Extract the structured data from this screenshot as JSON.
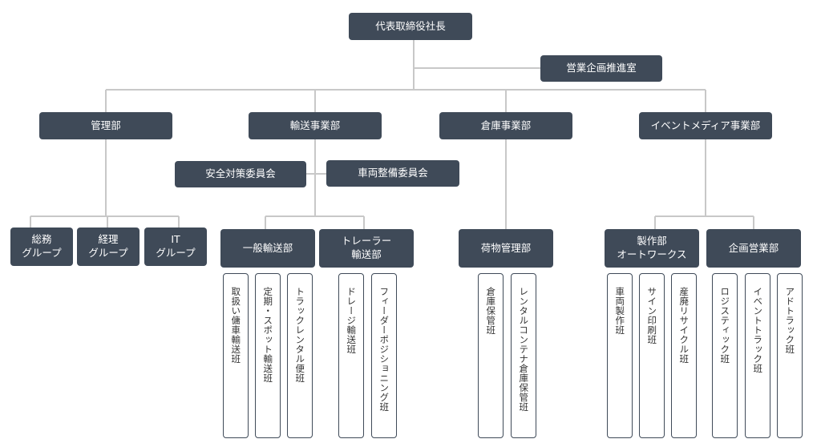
{
  "org": {
    "ceo": "代表取締役社長",
    "sales_planning": "営業企画推進室",
    "management": "管理部",
    "transport": "輸送事業部",
    "warehouse": "倉庫事業部",
    "event_media": "イベントメディア事業部",
    "safety_committee": "安全対策委員会",
    "vehicle_committee": "車両整備委員会",
    "general_affairs": "総務\nグループ",
    "accounting": "経理\nグループ",
    "it": "IT\nグループ",
    "general_transport": "一般輸送部",
    "trailer_transport": "トレーラー\n輸送部",
    "cargo_management": "荷物管理部",
    "production": "製作部\nオートワークス",
    "planning_sales": "企画営業部",
    "teams": {
      "handling_transport": "取扱い傭車輸送班",
      "scheduled_spot": "定期・スポット輸送班",
      "truck_rental": "トラックレンタル便班",
      "drayage": "ドレージ輸送班",
      "feeder_positioning": "フィーダーポジショニング班",
      "warehouse_storage": "倉庫保管班",
      "rental_container": "レンタルコンテナ倉庫保管班",
      "vehicle_production": "車両製作班",
      "sign_printing": "サイン印刷班",
      "industrial_waste": "産廃リサイクル班",
      "logistics": "ロジスティック班",
      "event_truck": "イベントトラック班",
      "ad_truck": "アドトラック班"
    }
  }
}
